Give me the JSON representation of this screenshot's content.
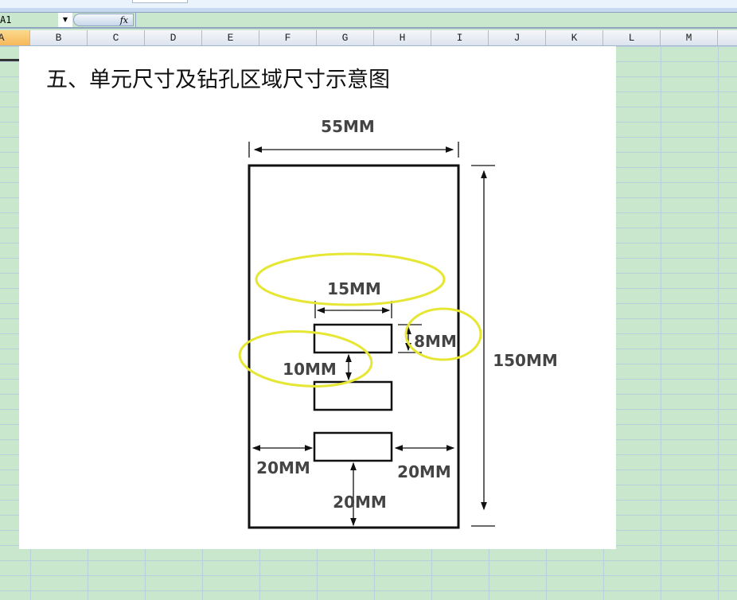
{
  "formula_bar": {
    "name_box": "A1",
    "fx_label": "fx",
    "formula": ""
  },
  "columns": [
    "A",
    "B",
    "C",
    "D",
    "E",
    "F",
    "G",
    "H",
    "I",
    "J",
    "K",
    "L",
    "M"
  ],
  "selected_column": "A",
  "picture": {
    "title": "五、单元尺寸及钻孔区域尺寸示意图",
    "labels": {
      "width": "55MM",
      "height": "150MM",
      "hole_width": "15MM",
      "hole_height": "8MM",
      "hole_gap": "10MM",
      "left_margin": "20MM",
      "right_margin": "20MM",
      "bottom_margin": "20MM"
    },
    "highlight_color": "#e6e634"
  }
}
